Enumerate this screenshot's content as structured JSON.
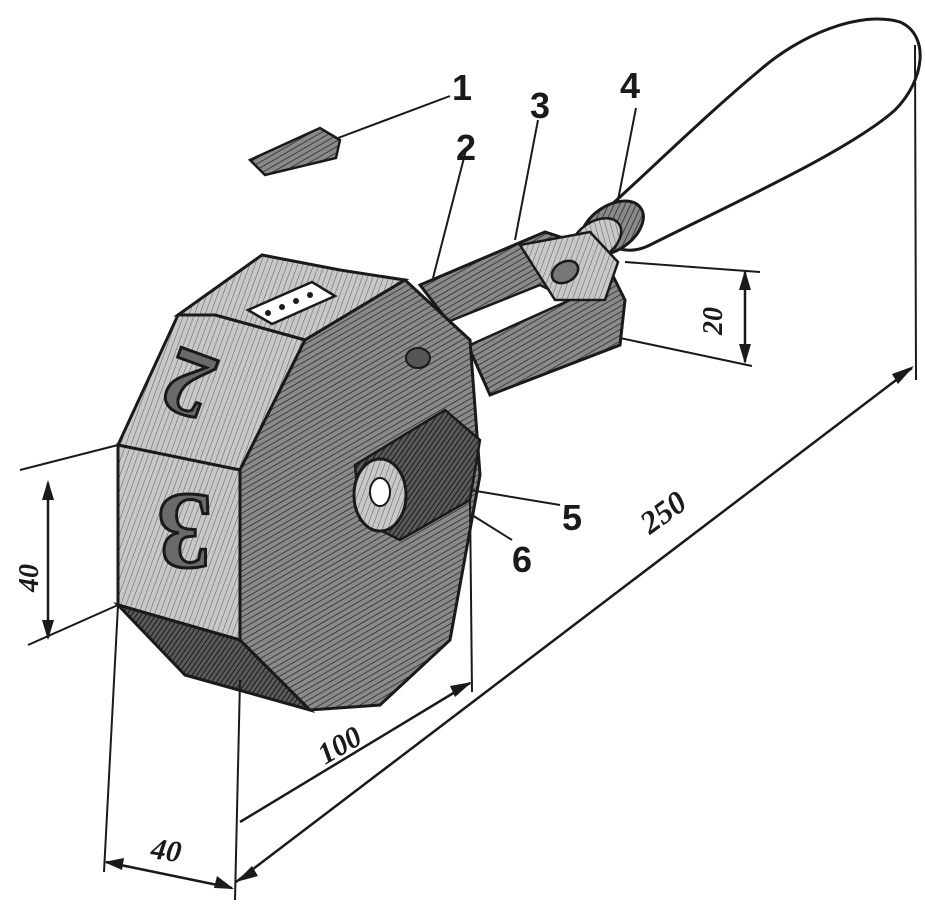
{
  "callouts": [
    {
      "id": "1",
      "text": "1"
    },
    {
      "id": "2",
      "text": "2"
    },
    {
      "id": "3",
      "text": "3"
    },
    {
      "id": "4",
      "text": "4"
    },
    {
      "id": "5",
      "text": "5"
    },
    {
      "id": "6",
      "text": "6"
    }
  ],
  "dimensions": {
    "height_left": "40",
    "width_bottom": "40",
    "head_length": "100",
    "total_length": "250",
    "frame_height": "20"
  },
  "stamp_digits": {
    "top_face": "2",
    "front_face": "3"
  },
  "colors": {
    "ink": "#1a1a1a",
    "shade_dark": "#3a3a3a",
    "shade_mid": "#6e6e6e",
    "shade_light": "#b5b5b5",
    "paper": "#ffffff"
  }
}
